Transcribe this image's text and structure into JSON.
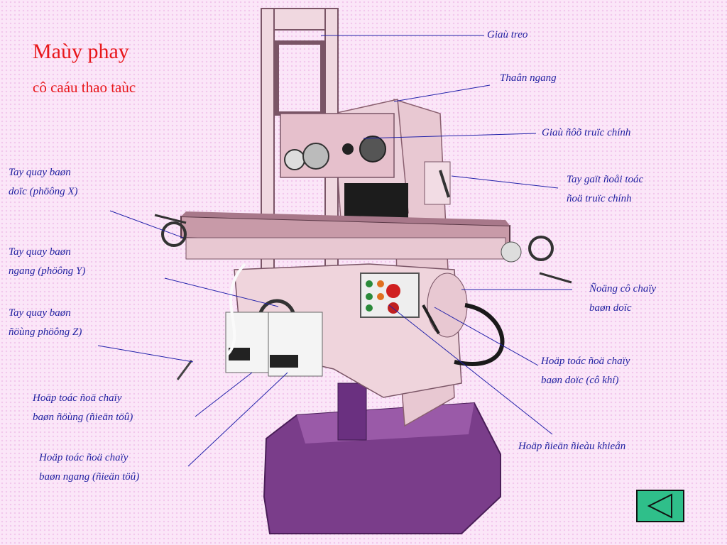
{
  "slide": {
    "title": "Maùy phay",
    "subtitle": "cô caáu thao taùc"
  },
  "labels": {
    "overarm": "Giaù treo",
    "horizontal_body": "Thaân ngang",
    "spindle_bracket": "Giaù ñôõ truïc chính",
    "speed_lever": [
      "Tay gaït ñoåi toác",
      "ñoä truïc chính"
    ],
    "handwheel_x": [
      "Tay quay baøn",
      "doïc (phöông X)"
    ],
    "handwheel_y": [
      "Tay quay baøn",
      "ngang (phöông Y)"
    ],
    "handwheel_z": [
      "Tay quay baøn",
      "ñöùng phöông Z)"
    ],
    "table_clutch": [
      "Ñoäng cô chaïy",
      "baøn doïc"
    ],
    "long_feed_box": [
      "Hoäp toác ñoä chaïy",
      "baøn doïc (cô khí)"
    ],
    "electric_box": "Hoäp ñieän ñieàu khieån",
    "vertical_feed_box": [
      "Hoäp toác ñoä chaïy",
      "baøn ñöùng (ñieän töû)"
    ],
    "cross_feed_box": [
      "Hoäp toác ñoä chaïy",
      "baøn ngang (ñieän töû)"
    ]
  },
  "colors": {
    "title": "#e8171b",
    "label": "#1f1fa0",
    "leader_line": "#2222aa",
    "base": "#7a3d8a",
    "machine_body": "#e8c8d2",
    "nav_button": "#2fbf8a"
  },
  "nav": {
    "back_icon": "triangle-left-icon"
  }
}
